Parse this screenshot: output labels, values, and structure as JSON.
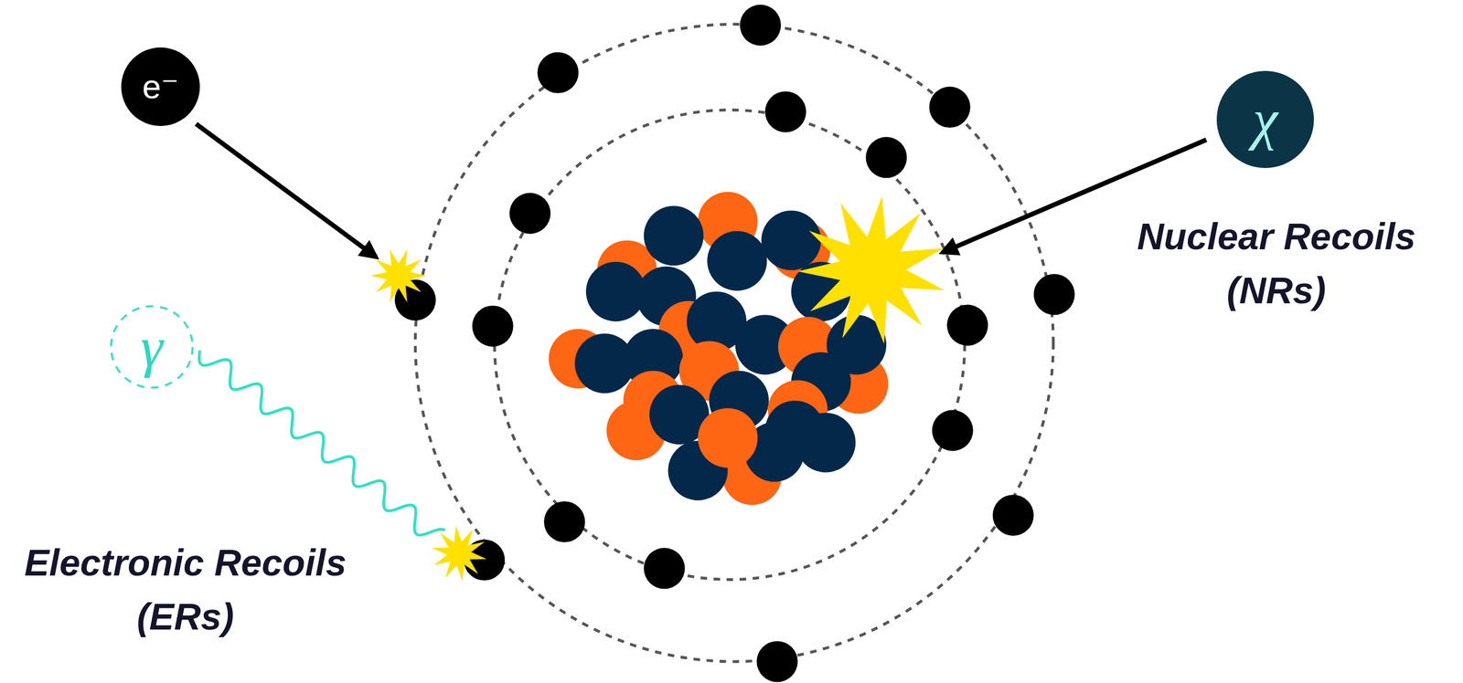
{
  "diagram": {
    "nodes": [
      {
        "text": [
          "e⁻"
        ]
      },
      {
        "text": [
          "χ"
        ]
      },
      {
        "text": [
          "γ"
        ]
      }
    ],
    "labels": [
      "Nuclear Recoils (NRs)",
      "Electronic Recoils (ERs)"
    ]
  }
}
